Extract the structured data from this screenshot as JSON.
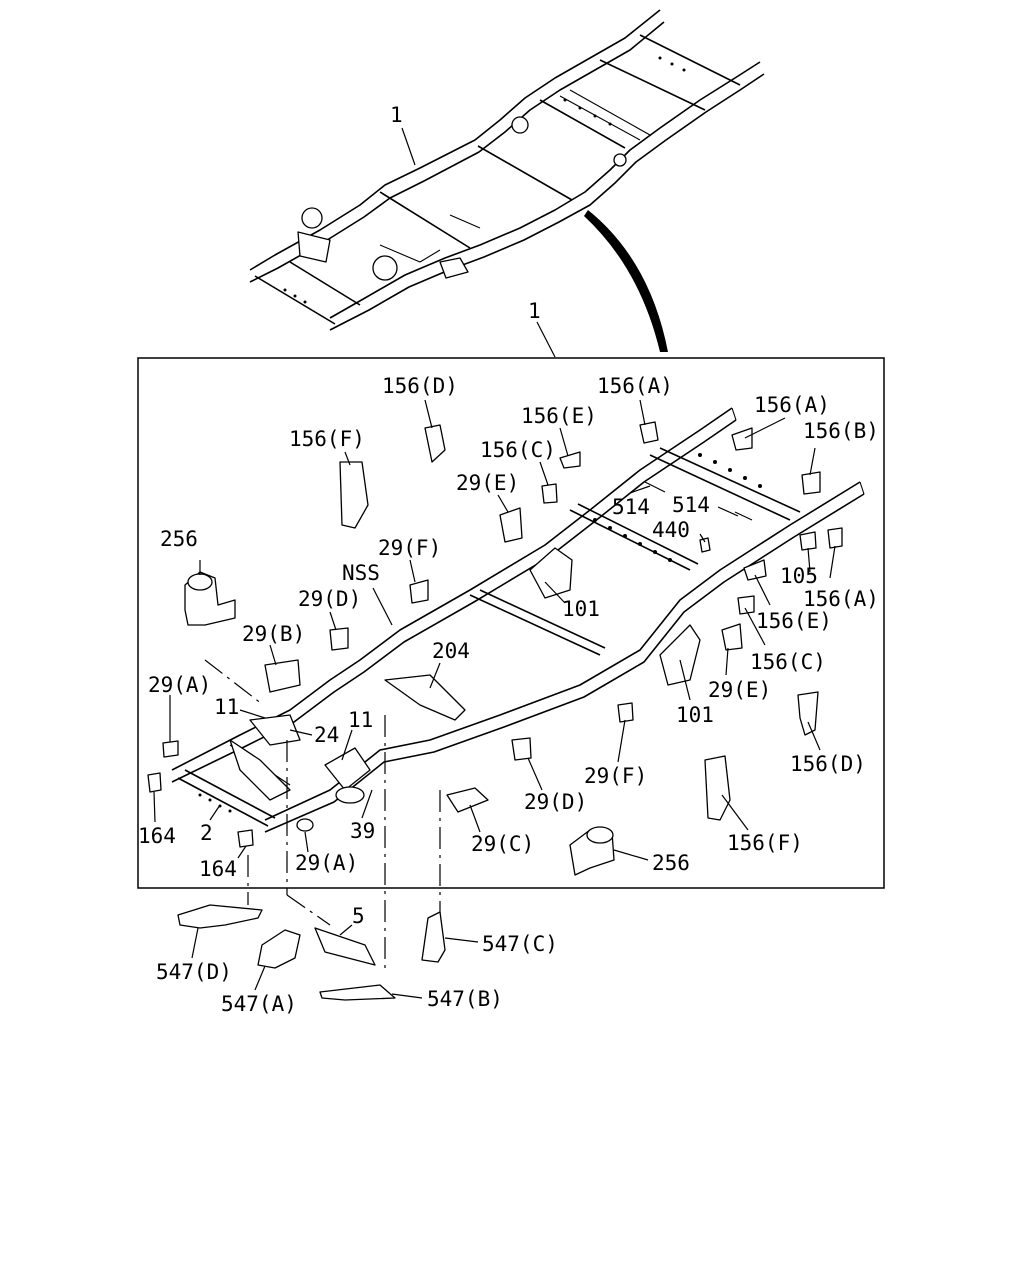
{
  "labels": [
    {
      "id": "p1-top",
      "text": "1"
    },
    {
      "id": "p1-box",
      "text": "1"
    },
    {
      "id": "p156d-top",
      "text": "156(D)"
    },
    {
      "id": "p156a-top",
      "text": "156(A)"
    },
    {
      "id": "p156e-top",
      "text": "156(E)"
    },
    {
      "id": "p156a-top2",
      "text": "156(A)"
    },
    {
      "id": "p156f-top",
      "text": "156(F)"
    },
    {
      "id": "p156c-top",
      "text": "156(C)"
    },
    {
      "id": "p156b",
      "text": "156(B)"
    },
    {
      "id": "p29e-top",
      "text": "29(E)"
    },
    {
      "id": "p514a",
      "text": "514"
    },
    {
      "id": "p514b",
      "text": "514"
    },
    {
      "id": "p440",
      "text": "440"
    },
    {
      "id": "p256-left",
      "text": "256"
    },
    {
      "id": "p29f-top",
      "text": "29(F)"
    },
    {
      "id": "pnss",
      "text": "NSS"
    },
    {
      "id": "p101-top",
      "text": "101"
    },
    {
      "id": "p105",
      "text": "105"
    },
    {
      "id": "p156a-right",
      "text": "156(A)"
    },
    {
      "id": "p29d-top",
      "text": "29(D)"
    },
    {
      "id": "p156e-right",
      "text": "156(E)"
    },
    {
      "id": "p29b",
      "text": "29(B)"
    },
    {
      "id": "p204",
      "text": "204"
    },
    {
      "id": "p156c-right",
      "text": "156(C)"
    },
    {
      "id": "p29a-left",
      "text": "29(A)"
    },
    {
      "id": "p29e-right",
      "text": "29(E)"
    },
    {
      "id": "p11a",
      "text": "11"
    },
    {
      "id": "p11b",
      "text": "11"
    },
    {
      "id": "p24",
      "text": "24"
    },
    {
      "id": "p101-right",
      "text": "101"
    },
    {
      "id": "p156d-right",
      "text": "156(D)"
    },
    {
      "id": "p29f-bottom",
      "text": "29(F)"
    },
    {
      "id": "p29d-bottom",
      "text": "29(D)"
    },
    {
      "id": "p164a",
      "text": "164"
    },
    {
      "id": "p2",
      "text": "2"
    },
    {
      "id": "p39",
      "text": "39"
    },
    {
      "id": "p29c",
      "text": "29(C)"
    },
    {
      "id": "p156f-right",
      "text": "156(F)"
    },
    {
      "id": "p164b",
      "text": "164"
    },
    {
      "id": "p29a-bottom",
      "text": "29(A)"
    },
    {
      "id": "p256-right",
      "text": "256"
    },
    {
      "id": "p5",
      "text": "5"
    },
    {
      "id": "p547c",
      "text": "547(C)"
    },
    {
      "id": "p547d",
      "text": "547(D)"
    },
    {
      "id": "p547a",
      "text": "547(A)"
    },
    {
      "id": "p547b",
      "text": "547(B)"
    }
  ]
}
